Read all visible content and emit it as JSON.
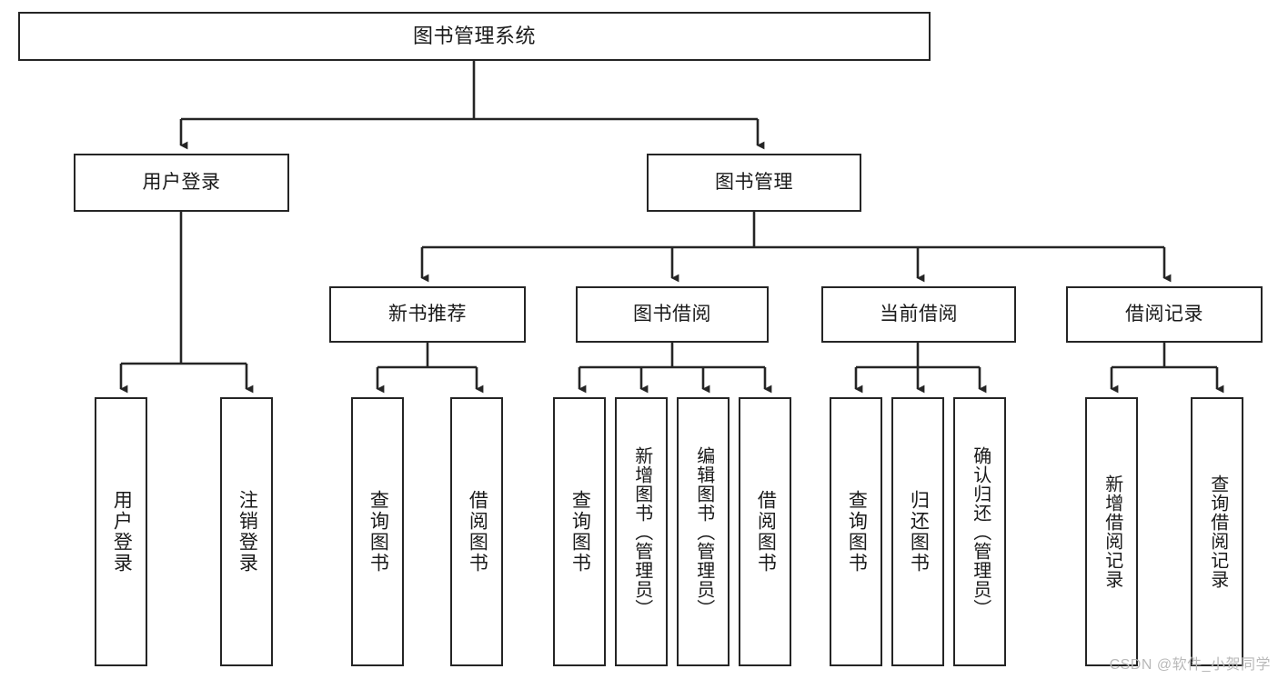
{
  "diagram": {
    "title": "图书管理系统",
    "type": "tree-hierarchy-chart",
    "colors": {
      "stroke": "#252525",
      "fill": "#ffffff",
      "text": "#1a1a1a",
      "watermark": "#b9b9b9"
    }
  },
  "root": {
    "label": "图书管理系统"
  },
  "level2": [
    {
      "label": "用户登录"
    },
    {
      "label": "图书管理"
    }
  ],
  "level3": [
    {
      "label": "新书推荐"
    },
    {
      "label": "图书借阅"
    },
    {
      "label": "当前借阅"
    },
    {
      "label": "借阅记录"
    }
  ],
  "leaves": {
    "user_login": [
      {
        "label": "用户登录"
      },
      {
        "label": "注销登录"
      }
    ],
    "new_book_recommend": [
      {
        "label": "查询图书"
      },
      {
        "label": "借阅图书"
      }
    ],
    "book_borrow": [
      {
        "label": "查询图书"
      },
      {
        "label": "新增图书（管理员）"
      },
      {
        "label": "编辑图书（管理员）"
      },
      {
        "label": "借阅图书"
      }
    ],
    "current_borrow": [
      {
        "label": "查询图书"
      },
      {
        "label": "归还图书"
      },
      {
        "label": "确认归还（管理员）"
      }
    ],
    "borrow_record": [
      {
        "label": "新增借阅记录"
      },
      {
        "label": "查询借阅记录"
      }
    ]
  },
  "watermark": {
    "text": "CSDN @软件_小贺同学"
  }
}
